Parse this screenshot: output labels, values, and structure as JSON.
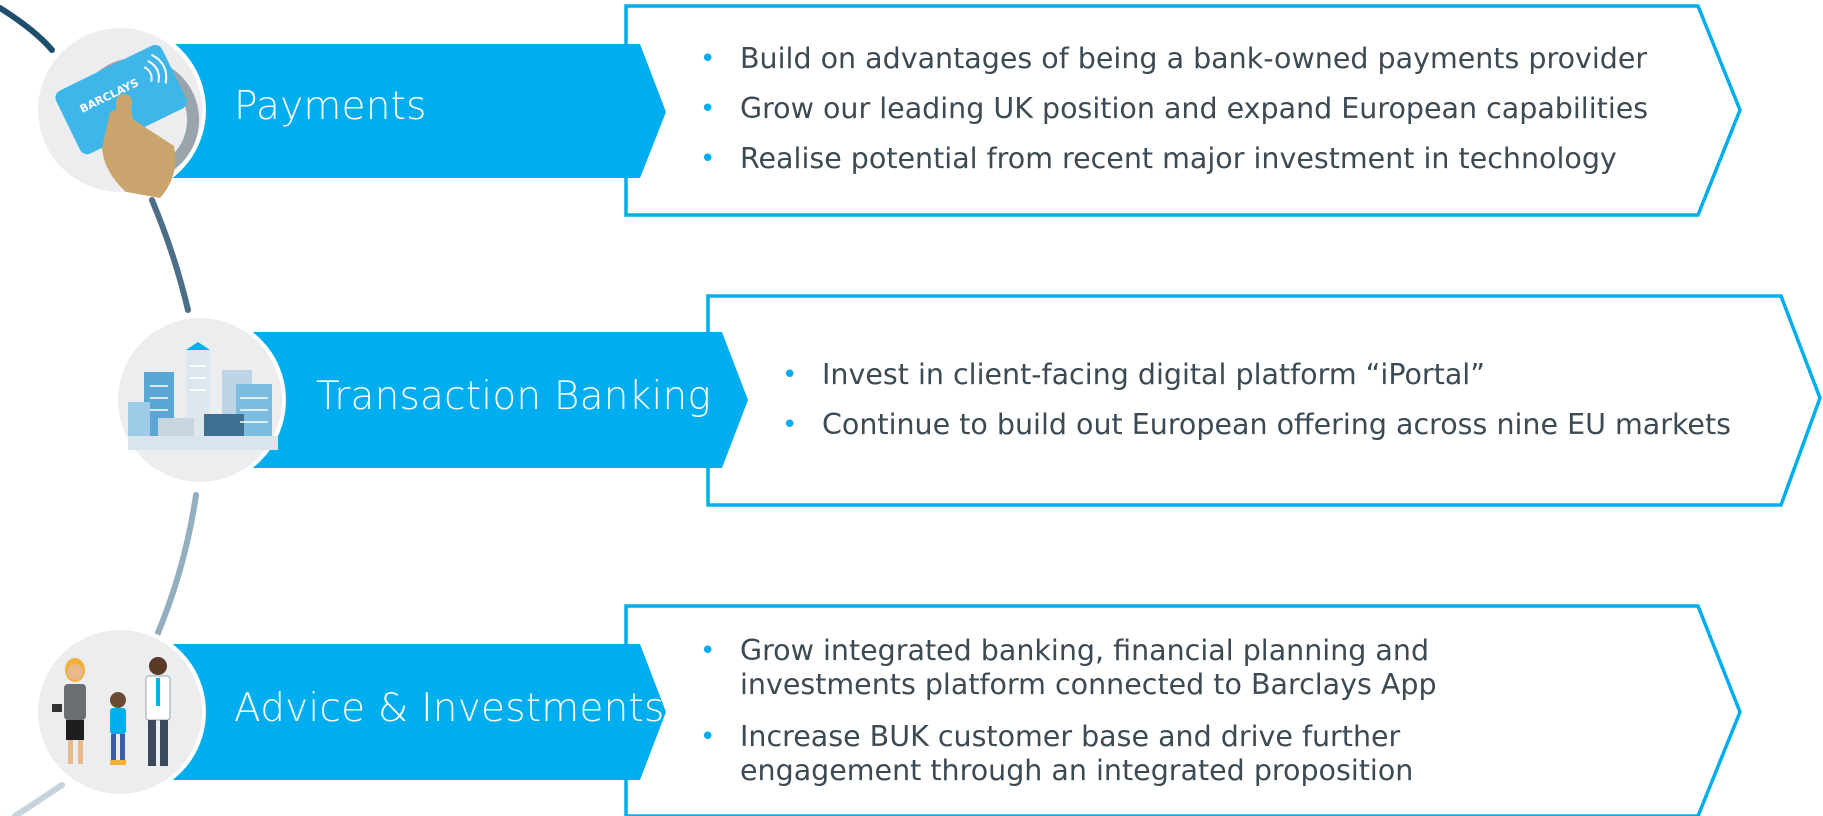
{
  "colors": {
    "accent": "#00aeef",
    "text": "#3c4a54",
    "timeline": "#5d7f96"
  },
  "rows": [
    {
      "icon": "payment-card-hand-icon",
      "title": "Payments",
      "bullets": [
        "Build on advantages of being a bank-owned payments provider",
        "Grow our leading UK position and expand European capabilities",
        "Realise potential from recent major investment in technology"
      ]
    },
    {
      "icon": "city-buildings-icon",
      "title": "Transaction Banking",
      "bullets": [
        "Invest in client-facing digital platform “iPortal”",
        "Continue to build out European offering across nine EU markets"
      ]
    },
    {
      "icon": "people-icon",
      "title": "Advice & Investments",
      "bullets": [
        "Grow integrated banking, financial planning and investments platform connected to Barclays App",
        "Increase BUK customer base and drive further engagement through an integrated proposition"
      ]
    }
  ],
  "card_logo_text": "BARCLAYS"
}
